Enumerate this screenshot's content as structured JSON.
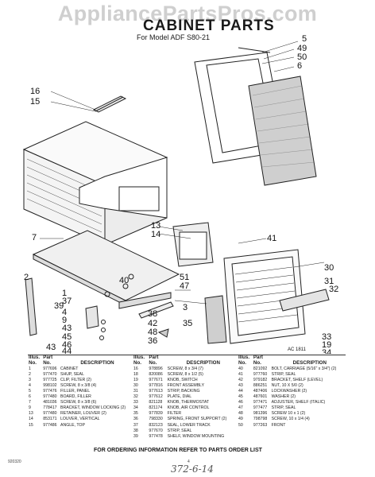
{
  "watermark": "AppliancePartsPros.com",
  "title": "CABINET PARTS",
  "subtitle": "For Model ADF S80-21",
  "figure_code": "AC 1811",
  "callouts": [
    "16",
    "15",
    "5",
    "49",
    "50",
    "6",
    "13",
    "14",
    "41",
    "30",
    "51",
    "47",
    "31",
    "32",
    "33",
    "19",
    "34",
    "2",
    "3",
    "35",
    "39",
    "7",
    "1",
    "37",
    "4",
    "9",
    "43",
    "45",
    "46",
    "44",
    "43",
    "40",
    "38",
    "42",
    "48",
    "36"
  ],
  "table_headers": {
    "col1": "Illus.",
    "col2": "Part",
    "col3": "No.",
    "col4": "No.",
    "col5": "DESCRIPTION"
  },
  "parts_col1": [
    [
      "1",
      "977696",
      "CABINET"
    ],
    [
      "2",
      "977470",
      "SHUP, SEAL"
    ],
    [
      "3",
      "977725",
      "CLIP, FILTER (2)"
    ],
    [
      "4",
      "998102",
      "SCREW, 8 x 3/8 (4)"
    ],
    [
      "5",
      "977476",
      "FILLER, PANEL"
    ],
    [
      "6",
      "977480",
      "BOARD, FILLER"
    ],
    [
      "7",
      "481036",
      "SCREW, 8 x 3/8 (6)"
    ],
    [
      "9",
      "778417",
      "BRACKET, WINDOW LOCKING (2)"
    ],
    [
      "13",
      "977480",
      "RETAINER, LOUVER (2)"
    ],
    [
      "14",
      "853171",
      "LOUVER, VERTICAL"
    ],
    [
      "15",
      "977486",
      "ANGLE, TOP"
    ]
  ],
  "parts_col2": [
    [
      "16",
      "978896",
      "SCREW, 8 x 3/4 (7)"
    ],
    [
      "18",
      "820086",
      "SCREW, 8 x 1/2 (5)"
    ],
    [
      "19",
      "977671",
      "KNOB, SWITCH"
    ],
    [
      "30",
      "977816",
      "FRONT ASSEMBLY"
    ],
    [
      "31",
      "977613",
      "STRIP, BACKING"
    ],
    [
      "32",
      "977612",
      "PLATE, DIAL"
    ],
    [
      "33",
      "821128",
      "KNOB, THERMOSTAT"
    ],
    [
      "34",
      "821174",
      "KNOB, AIR CONTROL"
    ],
    [
      "35",
      "977839",
      "FILTER"
    ],
    [
      "36",
      "798330",
      "SPRING, FRONT SUPPORT (2)"
    ],
    [
      "37",
      "832123",
      "SEAL, LOWER TRACK"
    ],
    [
      "38",
      "977670",
      "STRIP, SEAL"
    ],
    [
      "39",
      "977478",
      "SHELF, WINDOW MOUNTING"
    ]
  ],
  "parts_col3": [
    [
      "40",
      "821092",
      "BOLT, CARRIAGE (5/16\" x 3/4\") (2)"
    ],
    [
      "41",
      "977760",
      "STRIP, SEAL"
    ],
    [
      "42",
      "979182",
      "BRACKET, SHELF (LEVEL)"
    ],
    [
      "43",
      "886251",
      "NUT, 10 X 5/0 (2)"
    ],
    [
      "44",
      "487406",
      "LOCKWASHER (2)"
    ],
    [
      "45",
      "487601",
      "WASHER (2)"
    ],
    [
      "46",
      "977471",
      "ADJUSTER, SHELF (ITALIC)"
    ],
    [
      "47",
      "977477",
      "STRIP, SEAL"
    ],
    [
      "48",
      "981396",
      "SCREW 10 x 1 (2)"
    ],
    [
      "49",
      "798798",
      "SCREW, 10 x 1/4 (4)"
    ],
    [
      "50",
      "977263",
      "FRONT"
    ]
  ],
  "footer_text": "FOR ORDERING INFORMATION REFER TO PARTS ORDER LIST",
  "bottom_left": "920320",
  "page_number": "4",
  "handwritten_note": "372-6-14"
}
